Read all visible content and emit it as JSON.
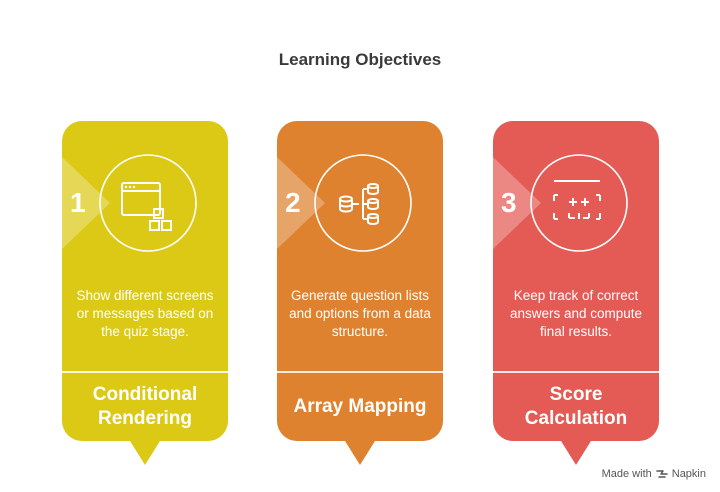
{
  "title": "Learning Objectives",
  "cards": [
    {
      "number": "1",
      "description": "Show different screens or messages based on the quiz stage.",
      "label": "Conditional Rendering",
      "color": "#dcc916",
      "icon": "browser-window-components-icon"
    },
    {
      "number": "2",
      "description": "Generate question lists and options from a data structure.",
      "label": "Array Mapping",
      "color": "#de8230",
      "icon": "data-mapping-icon"
    },
    {
      "number": "3",
      "description": "Keep track of correct answers and compute final results.",
      "label": "Score Calculation",
      "color": "#e45a54",
      "icon": "calculator-grid-icon"
    }
  ],
  "footer": {
    "made_with": "Made with",
    "brand": "Napkin"
  }
}
